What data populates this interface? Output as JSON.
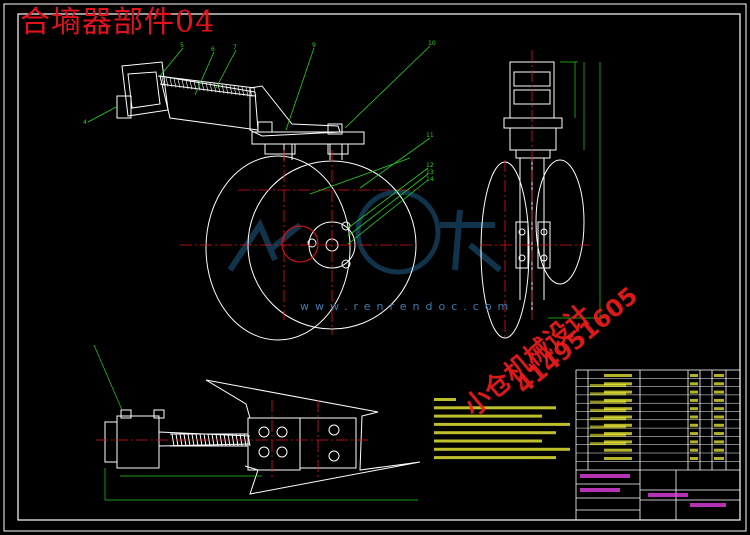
{
  "drawing": {
    "title": "合墒器部件04",
    "watermark_text": "小仓机械设计",
    "watermark_number": "414951605",
    "site_url": "www.renrendoc.com",
    "colors": {
      "background": "#000000",
      "frame": "#ffffff",
      "outline": "#ffffff",
      "center_line": "#e0141c",
      "leader": "#21d321",
      "dimension": "#21d321",
      "notes_text": "#ffff3a",
      "logo": "#1f5f8b"
    },
    "balloons": [
      "4",
      "5",
      "6",
      "7",
      "9",
      "10",
      "11"
    ],
    "right_balloons": [
      "12",
      "13",
      "14"
    ]
  }
}
